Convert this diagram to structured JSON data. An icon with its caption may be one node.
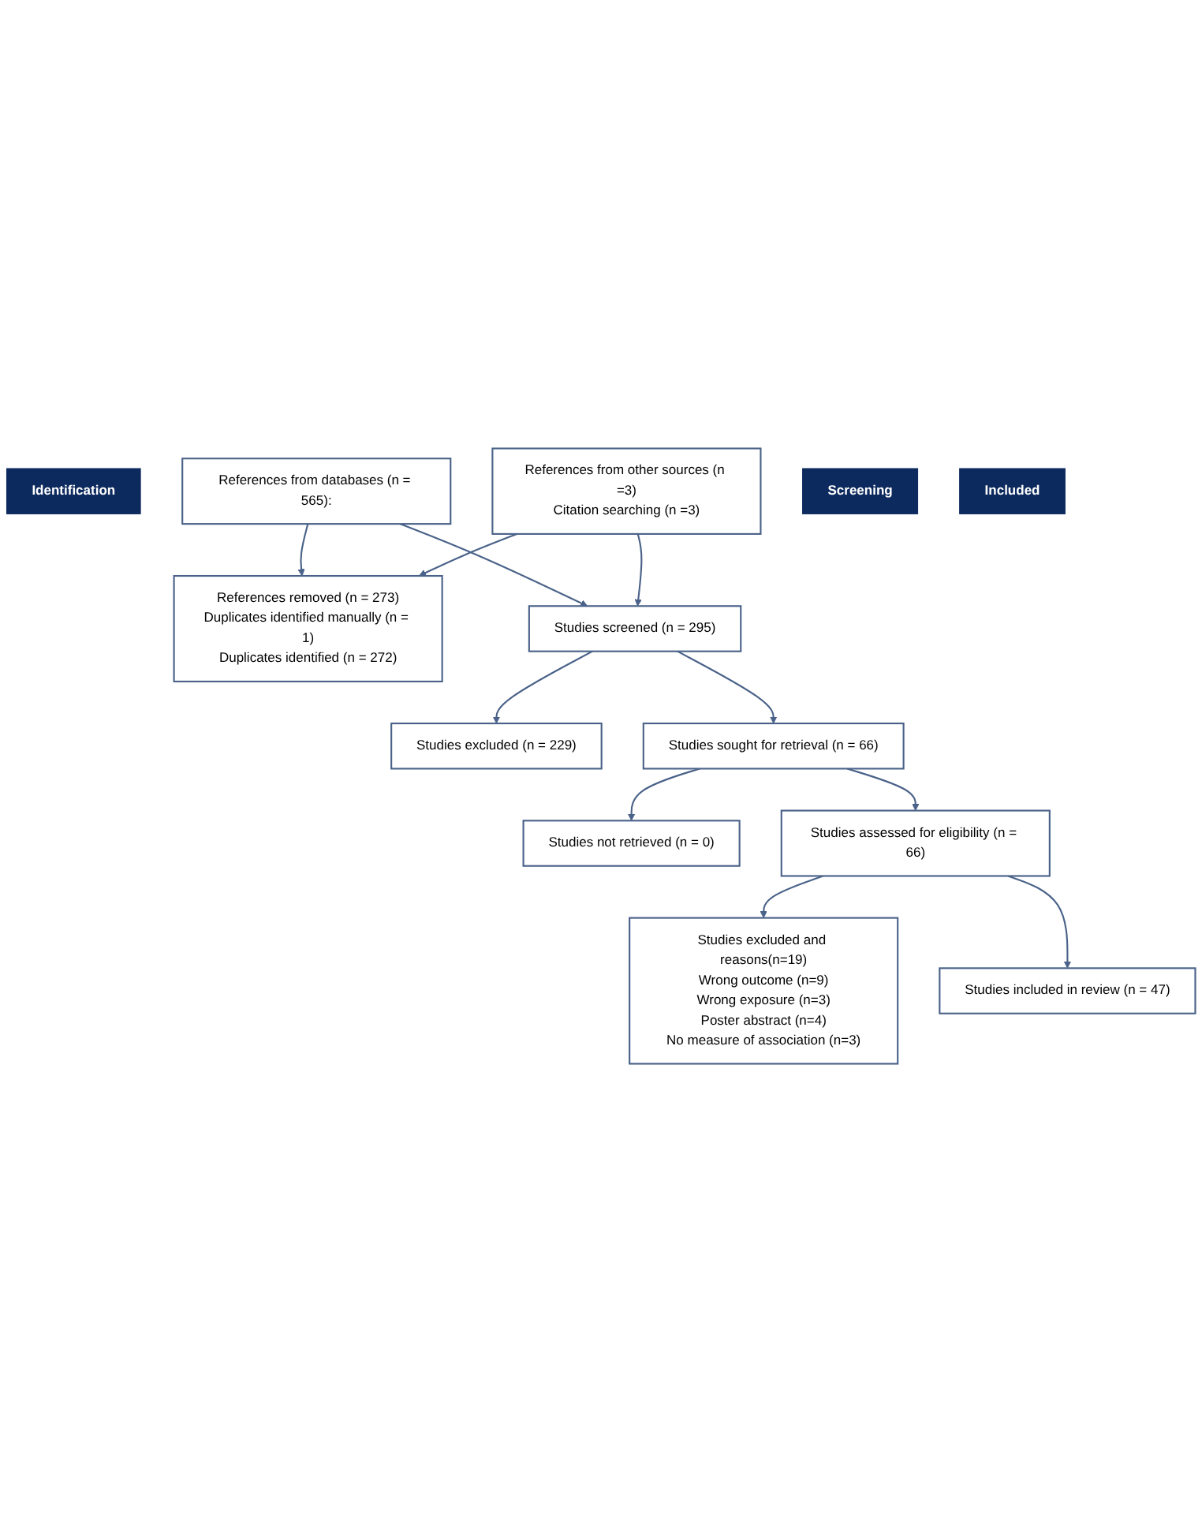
{
  "diagram": {
    "nodes": [
      {
        "text": [
          "Identification"
        ]
      },
      {
        "text": [
          "References from databases (n = 565):"
        ]
      },
      {
        "text": [
          "References from other sources (n =3)",
          "Citation searching (n =3)"
        ]
      },
      {
        "text": [
          "References removed (n = 273)",
          "Duplicates identified manually (n = 1)",
          "Duplicates identified (n = 272)"
        ]
      },
      {
        "text": [
          "Screening"
        ]
      },
      {
        "text": [
          "Studies screened (n = 295)"
        ]
      },
      {
        "text": [
          "Studies excluded (n = 229)"
        ]
      },
      {
        "text": [
          "Studies sought for retrieval (n = 66)"
        ]
      },
      {
        "text": [
          "Studies not retrieved (n = 0)"
        ]
      },
      {
        "text": [
          "Studies assessed for eligibility (n = 66)"
        ]
      },
      {
        "text": [
          "Studies excluded and reasons(n=19)",
          "Wrong outcome (n=9)",
          "Wrong exposure (n=3)",
          "Poster abstract (n=4)",
          "No measure of association (n=3)"
        ]
      },
      {
        "text": [
          "Included"
        ]
      },
      {
        "text": [
          "Studies included in review (n = 47)"
        ]
      }
    ],
    "edges": [
      {
        "from": 1,
        "to": 3,
        "arrow": "to"
      },
      {
        "from": 2,
        "to": 3,
        "arrow": "to"
      },
      {
        "from": 1,
        "to": 5,
        "arrow": "to"
      },
      {
        "from": 2,
        "to": 5,
        "arrow": "to"
      },
      {
        "from": 5,
        "to": 6,
        "arrow": "to"
      },
      {
        "from": 5,
        "to": 7,
        "arrow": "to"
      },
      {
        "from": 7,
        "to": 8,
        "arrow": "to"
      },
      {
        "from": 7,
        "to": 9,
        "arrow": "to"
      },
      {
        "from": 9,
        "to": 10,
        "arrow": "to"
      },
      {
        "from": 9,
        "to": 12,
        "arrow": "to"
      }
    ]
  }
}
